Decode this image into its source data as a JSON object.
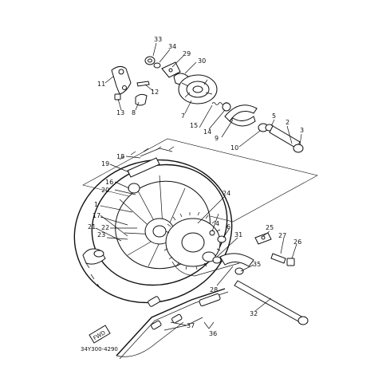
{
  "diagram": {
    "part_labels": [
      "33",
      "34",
      "29",
      "30",
      "11",
      "12",
      "13",
      "8",
      "7",
      "15",
      "14",
      "4",
      "9",
      "10",
      "5",
      "2",
      "3",
      "18",
      "19",
      "16",
      "20",
      "24",
      "1",
      "17",
      "22",
      "21",
      "23",
      "6",
      "31",
      "25",
      "27",
      "26",
      "35",
      "28",
      "32",
      "37",
      "36"
    ],
    "front_marker": "FWD",
    "drawing_code": "34Y300-4290"
  }
}
